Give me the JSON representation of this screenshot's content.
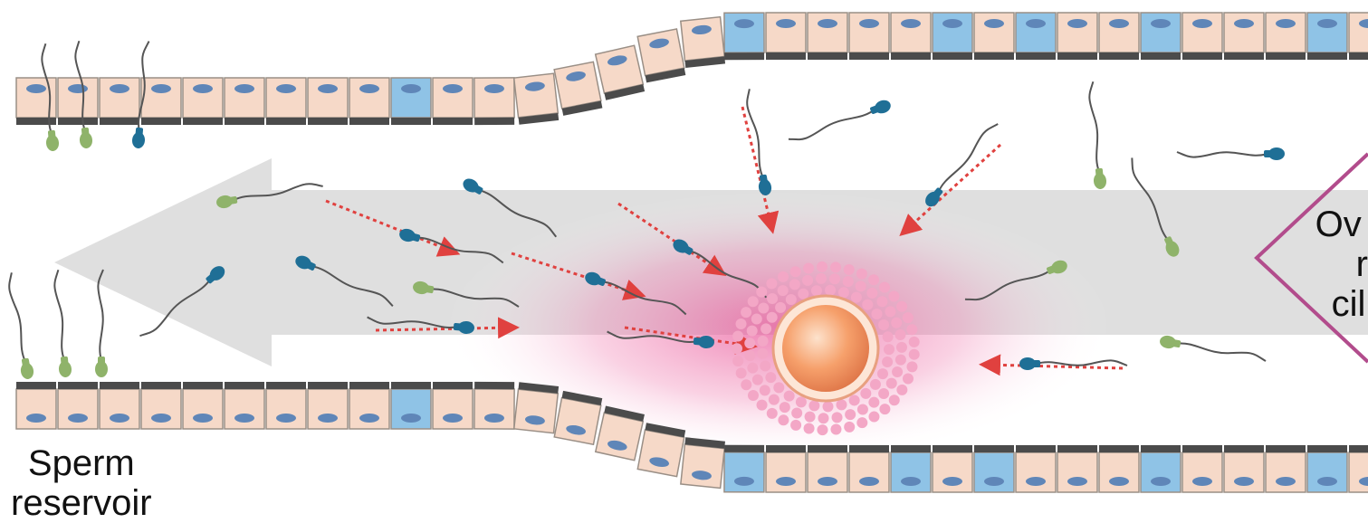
{
  "labels": {
    "top_cut": "–––––––––––––––––––––",
    "sperm_reservoir": [
      "Sperm",
      "reservoir"
    ],
    "oviduct_fragment": [
      "Ov",
      "r",
      "cil"
    ]
  },
  "colors": {
    "cell_fill": "#f6d9c8",
    "cell_border": "#9a8f86",
    "nucleus": "#5f86b8",
    "secretory_cell": "#8fc3e6",
    "cilia": "#4b4b4b",
    "sperm_blue": "#1f6f96",
    "sperm_green": "#8fb36a",
    "flow_arrow": "#dcdcdc",
    "chemo_cloud": "#e9579a",
    "egg": "#f6a06b",
    "cumulus": "#f3a7c6",
    "guide_arrow": "#e0413f",
    "bracket": "#b24c8c"
  },
  "icons": [
    "sperm-cell-icon",
    "egg-cell-icon",
    "cilia-icon",
    "flow-arrow-icon"
  ]
}
